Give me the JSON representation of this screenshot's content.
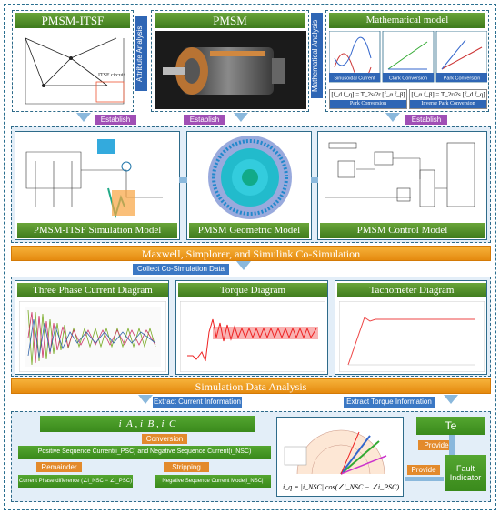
{
  "top": {
    "left_title": "PMSM-ITSF",
    "center_title": "PMSM",
    "right_title": "Mathematical model",
    "attr_label": "Attribute Analysis",
    "math_label": "Mathematical Analysis",
    "itsf_label": "ITSF circuit",
    "sin_label": "Sinusoidal Current",
    "clark_label": "Clark Conversion",
    "park_label": "Park Conversion",
    "park_conv": "Park Conversion",
    "inv_park_conv": "Inverse Park Conversion"
  },
  "establish": [
    "Establish",
    "Establish",
    "Establish"
  ],
  "models": {
    "sim_model": "PMSM-ITSF Simulation Model",
    "geo_model": "PMSM Geometric Model",
    "ctrl_model": "PMSM Control Model"
  },
  "cosim": "Maxwell, Simplorer, and Simulink Co-Simulation",
  "collect": "Collect Co-Simulation Data",
  "diagrams": {
    "current": "Three Phase Current Diagram",
    "torque": "Torque Diagram",
    "tacho": "Tachometer Diagram"
  },
  "analysis": "Simulation Data Analysis",
  "extract_current": "Extract Current Information",
  "extract_torque": "Extract Torque Information",
  "bottom": {
    "currents": "i_A , i_B , i_C",
    "conversion": "Conversion",
    "pos_neg": "Positive Sequence Current(i_PSC) and Negative Sequence Current(i_NSC)",
    "remainder": "Remainder",
    "stripping": "Stripping",
    "phase_diff": "Current Phase difference (∠i_NSC − ∠i_PSC)",
    "neg_mod": "Negative Sequence Current Mode|i_NSC|",
    "formula": "i_q = |i_NSC| cos(∠i_NSC − ∠i_PSC)",
    "te": "Te",
    "provide1": "Provide",
    "provide2": "Provide",
    "fault": "Fault Indicator"
  }
}
